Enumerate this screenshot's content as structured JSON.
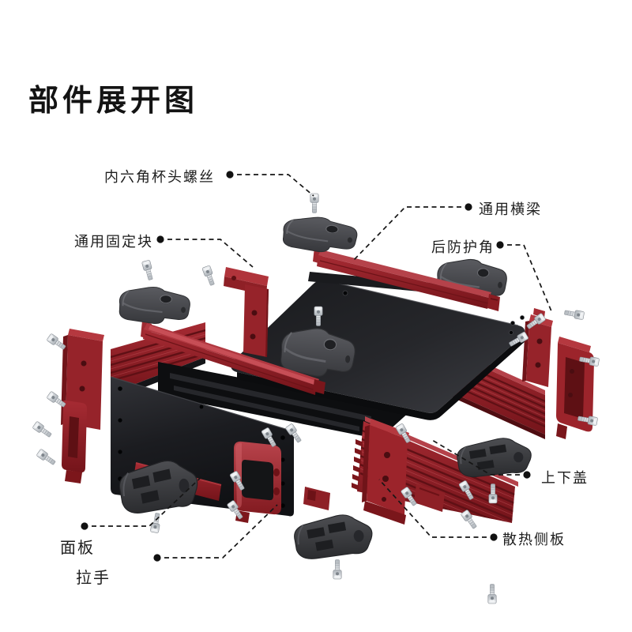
{
  "title": "部件展开图",
  "parts": [
    {
      "id": "hex-screw",
      "label": "内六角杯头螺丝"
    },
    {
      "id": "beam",
      "label": "通用横梁"
    },
    {
      "id": "fixing-block",
      "label": "通用固定块"
    },
    {
      "id": "rear-corner",
      "label": "后防护角"
    },
    {
      "id": "covers",
      "label": "上下盖"
    },
    {
      "id": "side-panel",
      "label": "散热侧板"
    },
    {
      "id": "front-panel",
      "label": "面板"
    },
    {
      "id": "handle",
      "label": "拉手"
    }
  ],
  "colors": {
    "accent_red": "#9b242b",
    "dark_metal": "#1b1c1f",
    "gray_plastic": "#4a4b4e",
    "screw_silver": "#c9ccd1",
    "text": "#1d1d1d",
    "background": "#ffffff"
  }
}
